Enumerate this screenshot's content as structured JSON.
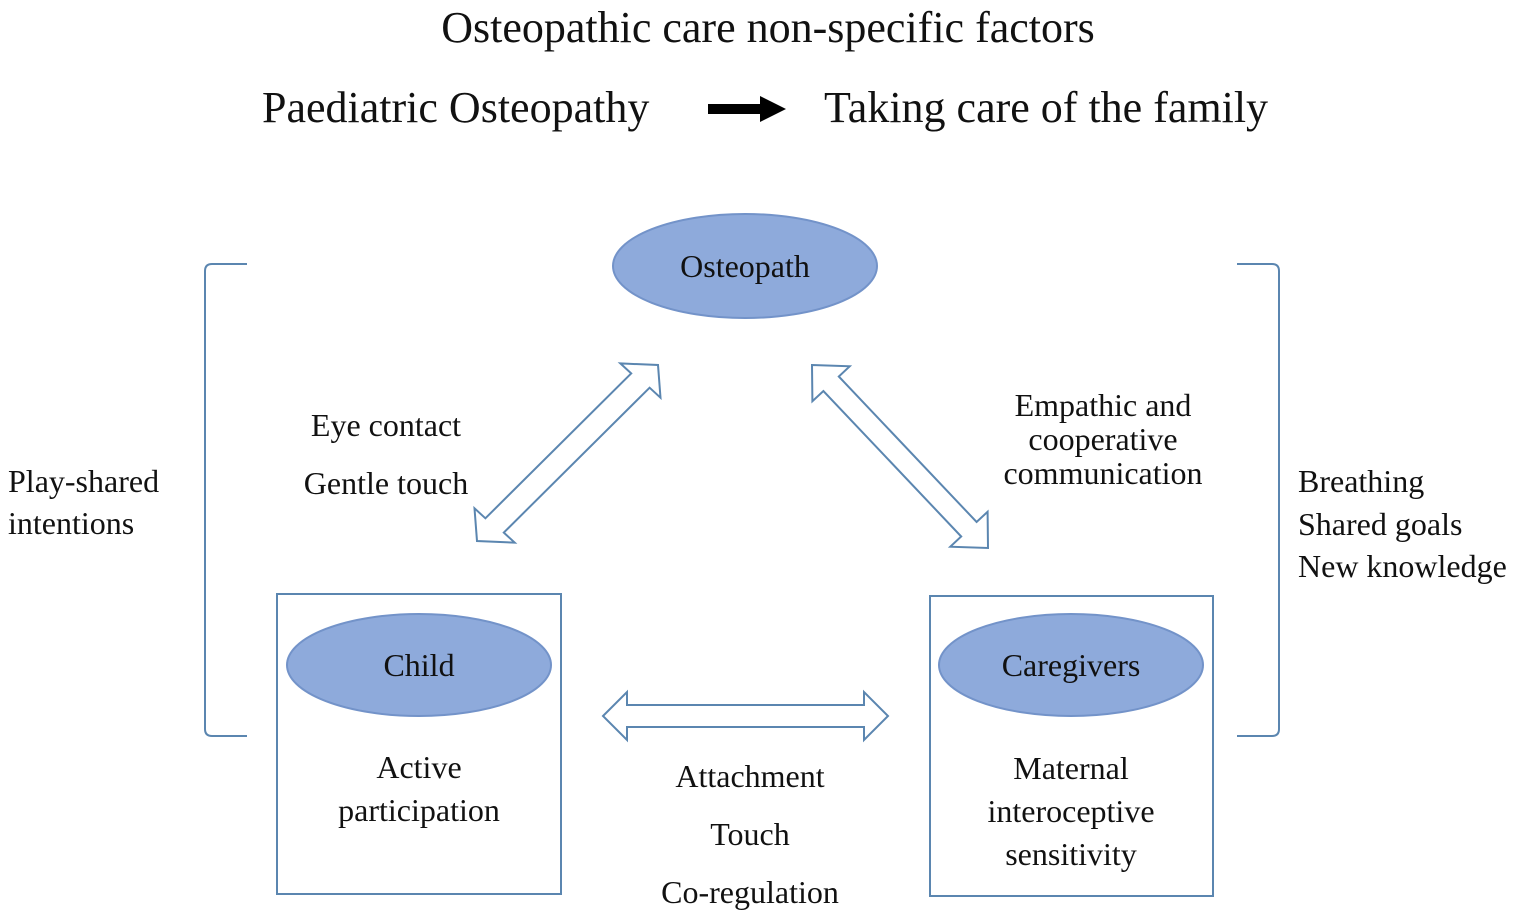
{
  "title": "Osteopathic care non-specific factors",
  "subtitle": {
    "left": "Paediatric Osteopathy",
    "right": "Taking care of the family",
    "arrow_icon": "right-arrow-icon"
  },
  "nodes": {
    "osteopath": "Osteopath",
    "child": "Child",
    "caregivers": "Caregivers"
  },
  "child_box_text": [
    "Active",
    "participation"
  ],
  "caregivers_box_text": [
    "Maternal",
    "interoceptive",
    "sensitivity"
  ],
  "osteopath_child_link": [
    "Eye contact",
    "Gentle touch"
  ],
  "osteopath_caregivers_link": [
    "Empathic and",
    "cooperative",
    "communication"
  ],
  "child_caregivers_link": [
    "Attachment",
    "Touch",
    "Co-regulation"
  ],
  "left_bracket_label": [
    "Play-shared",
    "intentions"
  ],
  "right_bracket_label": [
    "Breathing",
    "Shared goals",
    "New knowledge"
  ],
  "colors": {
    "ellipse_fill": "#8eaadb",
    "ellipse_stroke": "#7393c9",
    "line": "#5b86b0",
    "text": "#111111"
  }
}
